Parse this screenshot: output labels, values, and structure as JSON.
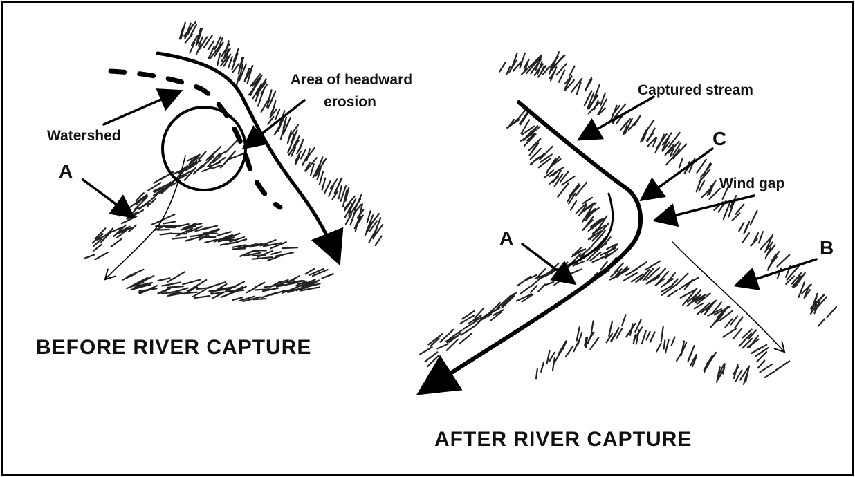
{
  "before": {
    "caption": "BEFORE RIVER CAPTURE",
    "labels": {
      "area_line1": "Area of headward",
      "area_line2": "erosion",
      "watershed": "Watershed",
      "a": "A"
    }
  },
  "after": {
    "caption": "AFTER RIVER CAPTURE",
    "labels": {
      "captured_stream": "Captured stream",
      "c": "C",
      "wind_gap": "Wind gap",
      "a": "A",
      "b": "B"
    }
  },
  "colors": {
    "ink": "#000000",
    "background": "#ffffff",
    "frame": "#000000"
  }
}
